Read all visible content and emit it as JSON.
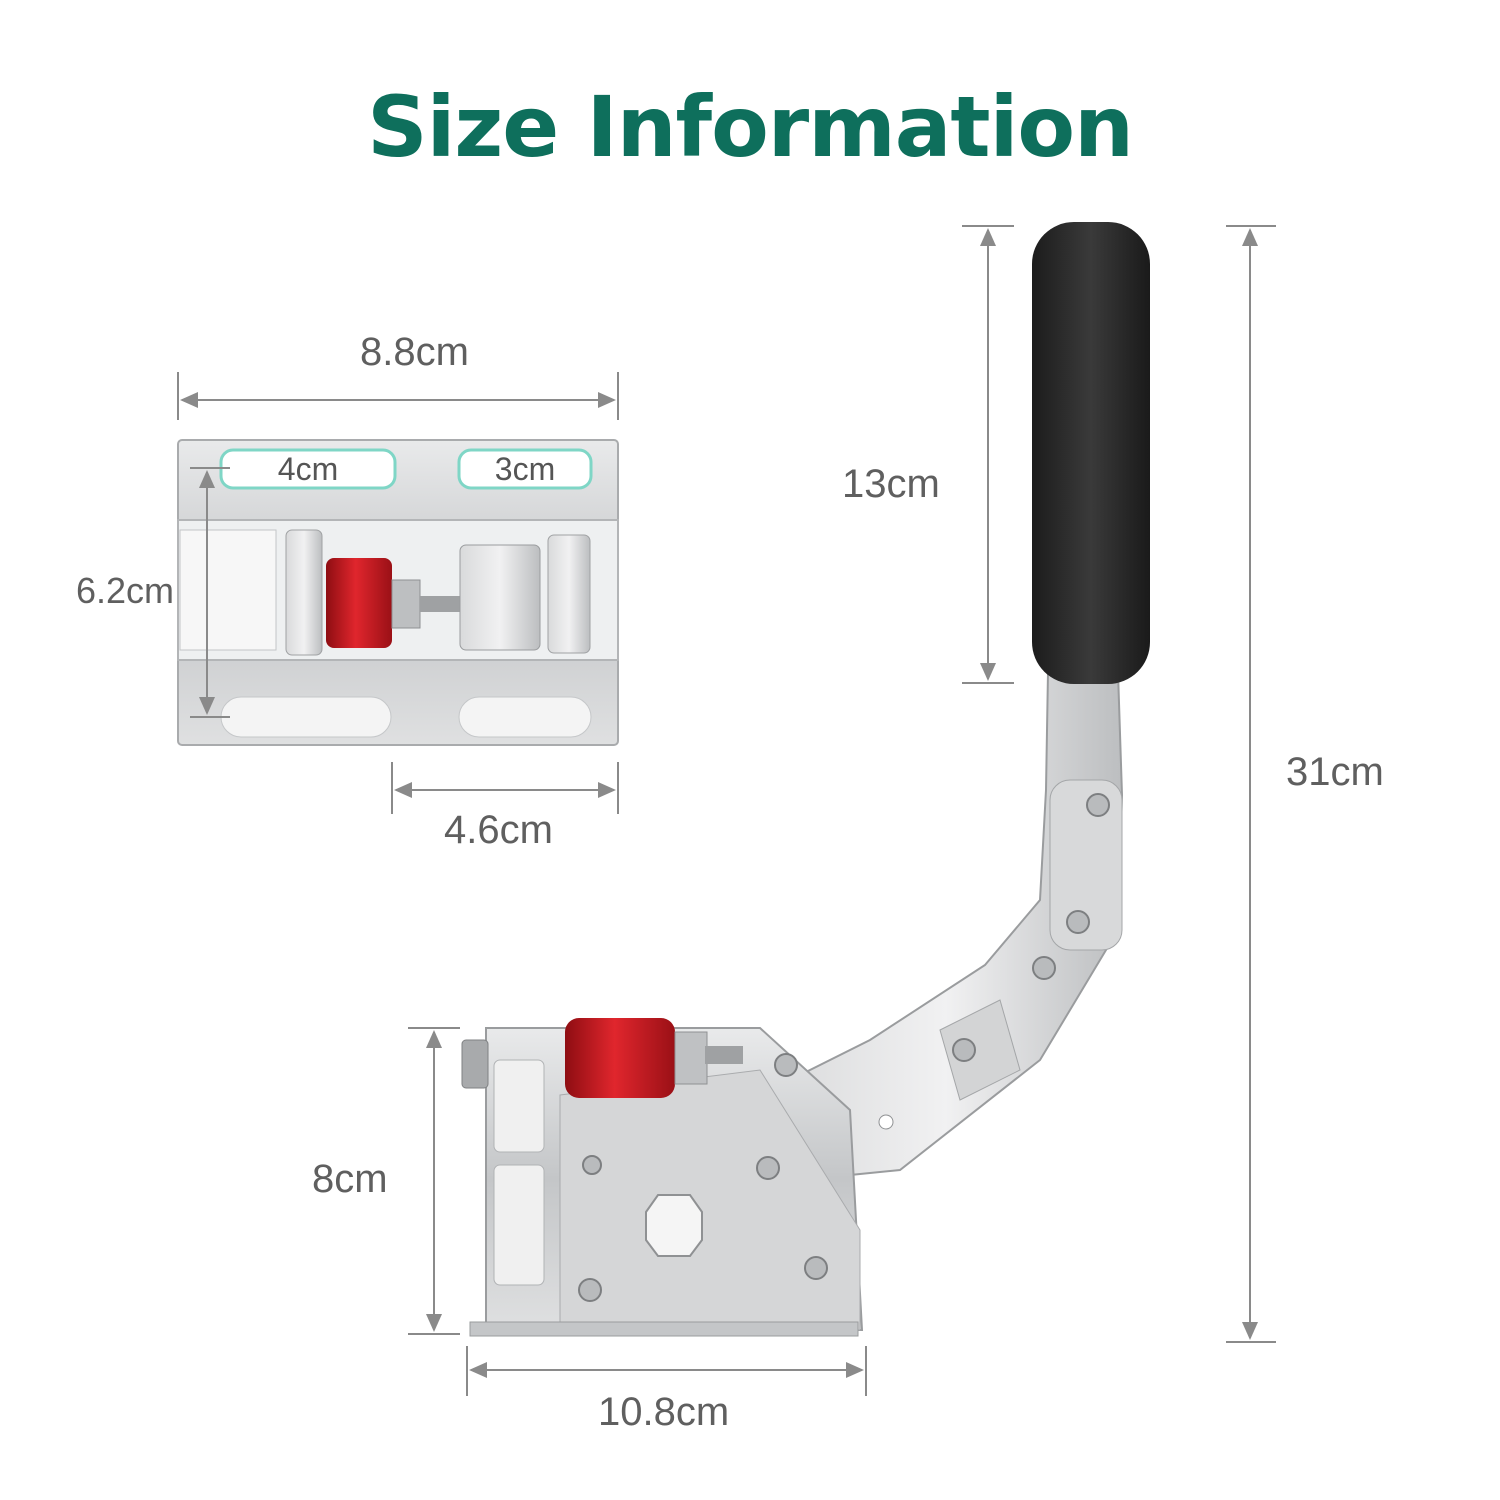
{
  "title": "Size Information",
  "colors": {
    "title": "#0e6f5c",
    "dimension_line": "#8a8a8a",
    "dimension_text": "#5f5f5f",
    "steel": "#c9cbcc",
    "steel_dark": "#9ea1a3",
    "grip": "#2b2b2b",
    "spring_red": "#c4161c",
    "slot_outline": "#7fd6c6"
  },
  "top_view": {
    "width_label": "8.8cm",
    "slot_left_label": "4cm",
    "slot_right_label": "3cm",
    "height_label": "6.2cm",
    "offset_label": "4.6cm"
  },
  "side_view": {
    "grip_label": "13cm",
    "total_height_label": "31cm",
    "base_height_label": "8cm",
    "base_width_label": "10.8cm"
  }
}
